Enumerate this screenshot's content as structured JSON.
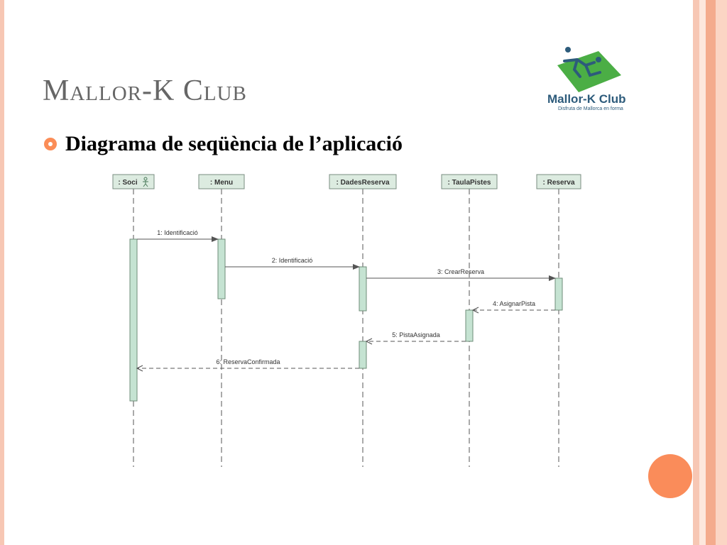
{
  "slide": {
    "title": "Mallor-K Club",
    "bullet": "Diagrama de seqüència de l’aplicació"
  },
  "logo": {
    "name": "Mallor-K Club",
    "tagline": "Disfruta de Mallorca en forma",
    "colors": {
      "green": "#4bae45",
      "navy": "#2d5b7b"
    }
  },
  "diagram": {
    "lifelines": [
      {
        "label": ": Soci",
        "actor": true
      },
      {
        "label": ": Menu"
      },
      {
        "label": ": DadesReserva"
      },
      {
        "label": ": TaulaPistes"
      },
      {
        "label": ": Reserva"
      }
    ],
    "messages": [
      {
        "label": "1: Identificació",
        "from": 0,
        "to": 1,
        "type": "sync"
      },
      {
        "label": "2: Identificació",
        "from": 1,
        "to": 2,
        "type": "sync"
      },
      {
        "label": "3: CrearReserva",
        "from": 2,
        "to": 4,
        "type": "sync"
      },
      {
        "label": "4: AsignarPista",
        "from": 4,
        "to": 3,
        "type": "return"
      },
      {
        "label": "5: PistaAsignada",
        "from": 3,
        "to": 2,
        "type": "return"
      },
      {
        "label": "6: ReservaConfirmada",
        "from": 2,
        "to": 0,
        "type": "return"
      }
    ],
    "colors": {
      "header_fill": "#dcebe0",
      "activation_fill": "#c5e3d2",
      "line": "#555555"
    }
  },
  "theme": {
    "accent": "#fa8c5a",
    "title_color": "#666666",
    "border_stripes": [
      "#f7c7b4",
      "#fde7dd",
      "#f4ab8d",
      "#fbd5c4"
    ]
  }
}
